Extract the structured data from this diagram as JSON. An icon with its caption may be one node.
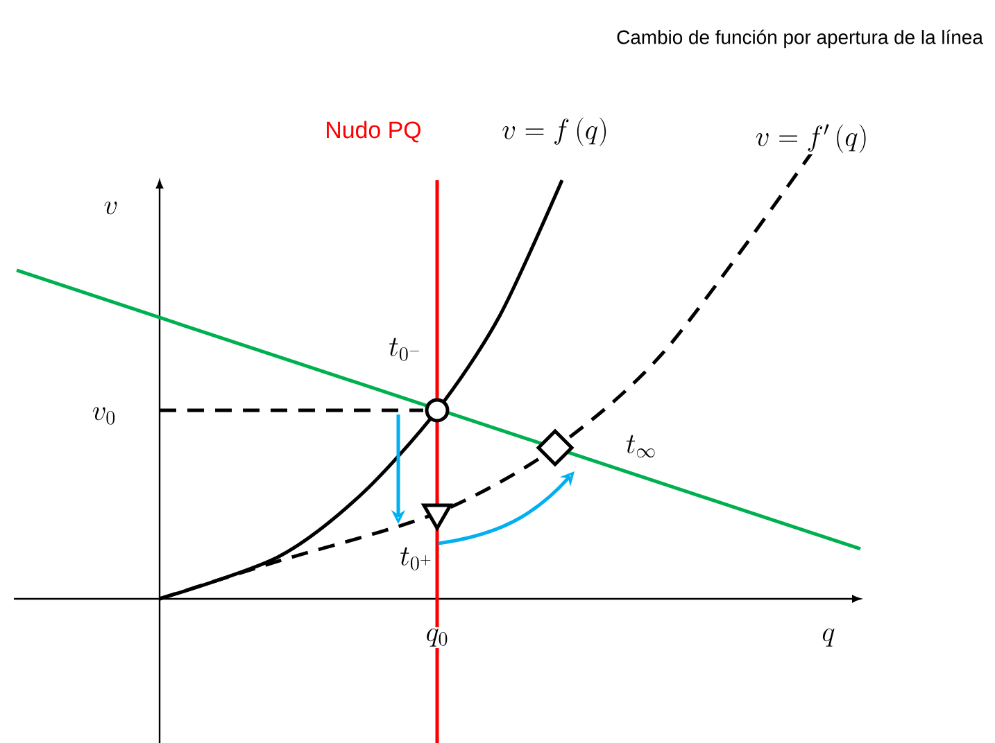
{
  "diagram": {
    "title": "Cambio de función por apertura de la línea",
    "nodes": [
      {
        "text": [],
        "shape": "circle",
        "beside": [
          "t_{0^-}"
        ]
      },
      {
        "text": [],
        "shape": "triangle",
        "beside": [
          "t_{0^+}"
        ]
      },
      {
        "text": [],
        "shape": "diamond",
        "beside": [
          "t_{\\infty}"
        ]
      }
    ],
    "edges": [
      {
        "from": 0,
        "to": 1,
        "arrow": "to",
        "color": "#00b0f0"
      },
      {
        "from": 1,
        "to": 2,
        "arrow": "to",
        "color": "#00b0f0"
      }
    ],
    "labels": [
      "Nudo PQ",
      "v = f\\left(q\\right)",
      "v = f'\\left(q\\right)",
      "v",
      "v_0",
      "q_0",
      "q"
    ]
  }
}
